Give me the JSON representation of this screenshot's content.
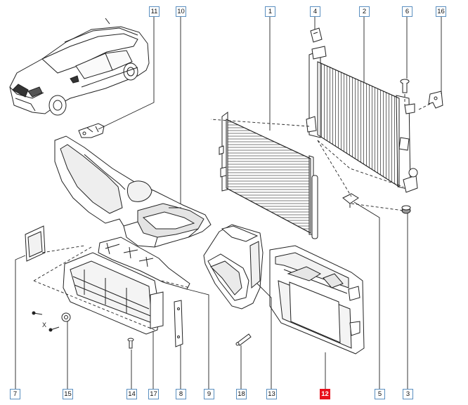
{
  "callouts": {
    "c11": "11",
    "c10": "10",
    "c1": "1",
    "c4": "4",
    "c2": "2",
    "c6": "6",
    "c16": "16",
    "c7": "7",
    "c15": "15",
    "c14": "14",
    "c17": "17",
    "c8": "8",
    "c9": "9",
    "c18": "18",
    "c13": "13",
    "c12": "12",
    "c5": "5",
    "c3": "3"
  },
  "x_mark": "X",
  "colors": {
    "callout_border": "#5a8fc0",
    "highlight": "#e8101c",
    "line": "#222222"
  }
}
